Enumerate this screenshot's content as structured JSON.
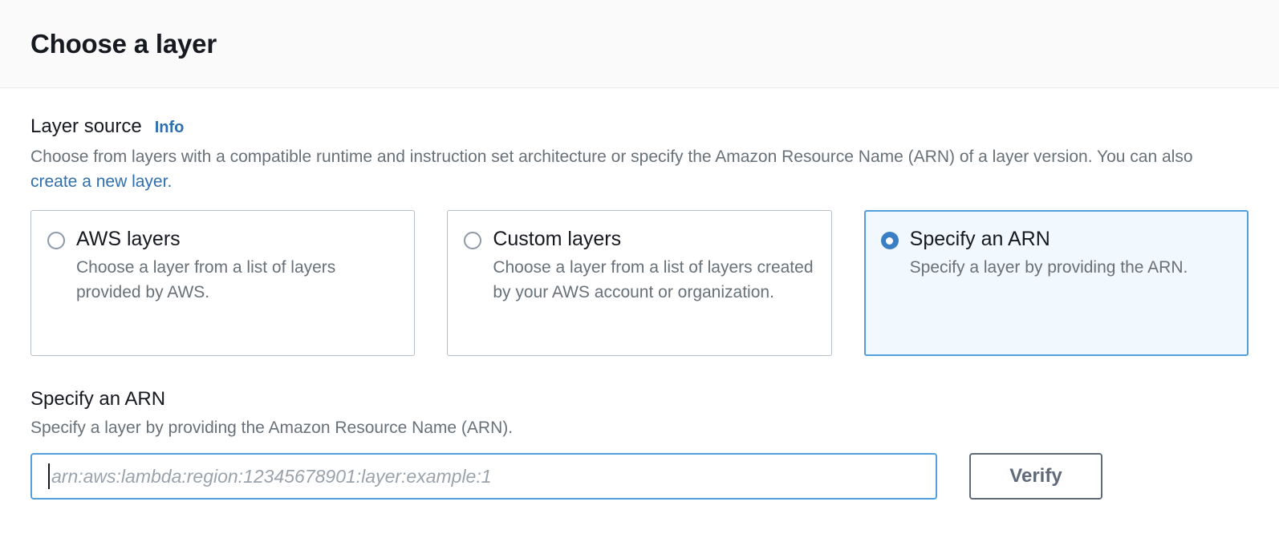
{
  "header": {
    "title": "Choose a layer"
  },
  "layer_source": {
    "label": "Layer source",
    "info_label": "Info",
    "description_before": "Choose from layers with a compatible runtime and instruction set architecture or specify the Amazon Resource Name (ARN) of a layer version. You can also ",
    "description_link": "create a new layer",
    "description_after": ".",
    "options": [
      {
        "title": "AWS layers",
        "description": "Choose a layer from a list of layers provided by AWS.",
        "selected": false
      },
      {
        "title": "Custom layers",
        "description": "Choose a layer from a list of layers created by your AWS account or organization.",
        "selected": false
      },
      {
        "title": "Specify an ARN",
        "description": "Specify a layer by providing the ARN.",
        "selected": true
      }
    ]
  },
  "arn_section": {
    "label": "Specify an ARN",
    "description": "Specify a layer by providing the Amazon Resource Name (ARN).",
    "input_value": "",
    "input_placeholder": "arn:aws:lambda:region:12345678901:layer:example:1",
    "verify_label": "Verify"
  },
  "colors": {
    "accent_blue": "#539fdd",
    "link_blue": "#2f6fb0",
    "radio_blue": "#3a7fc4",
    "selected_tile_bg": "#f1f8fe",
    "border_gray": "#b6bec9",
    "text_dark": "#16191f",
    "text_muted": "#687078",
    "button_border": "#5f6b7a",
    "header_bg": "#fafafa"
  }
}
